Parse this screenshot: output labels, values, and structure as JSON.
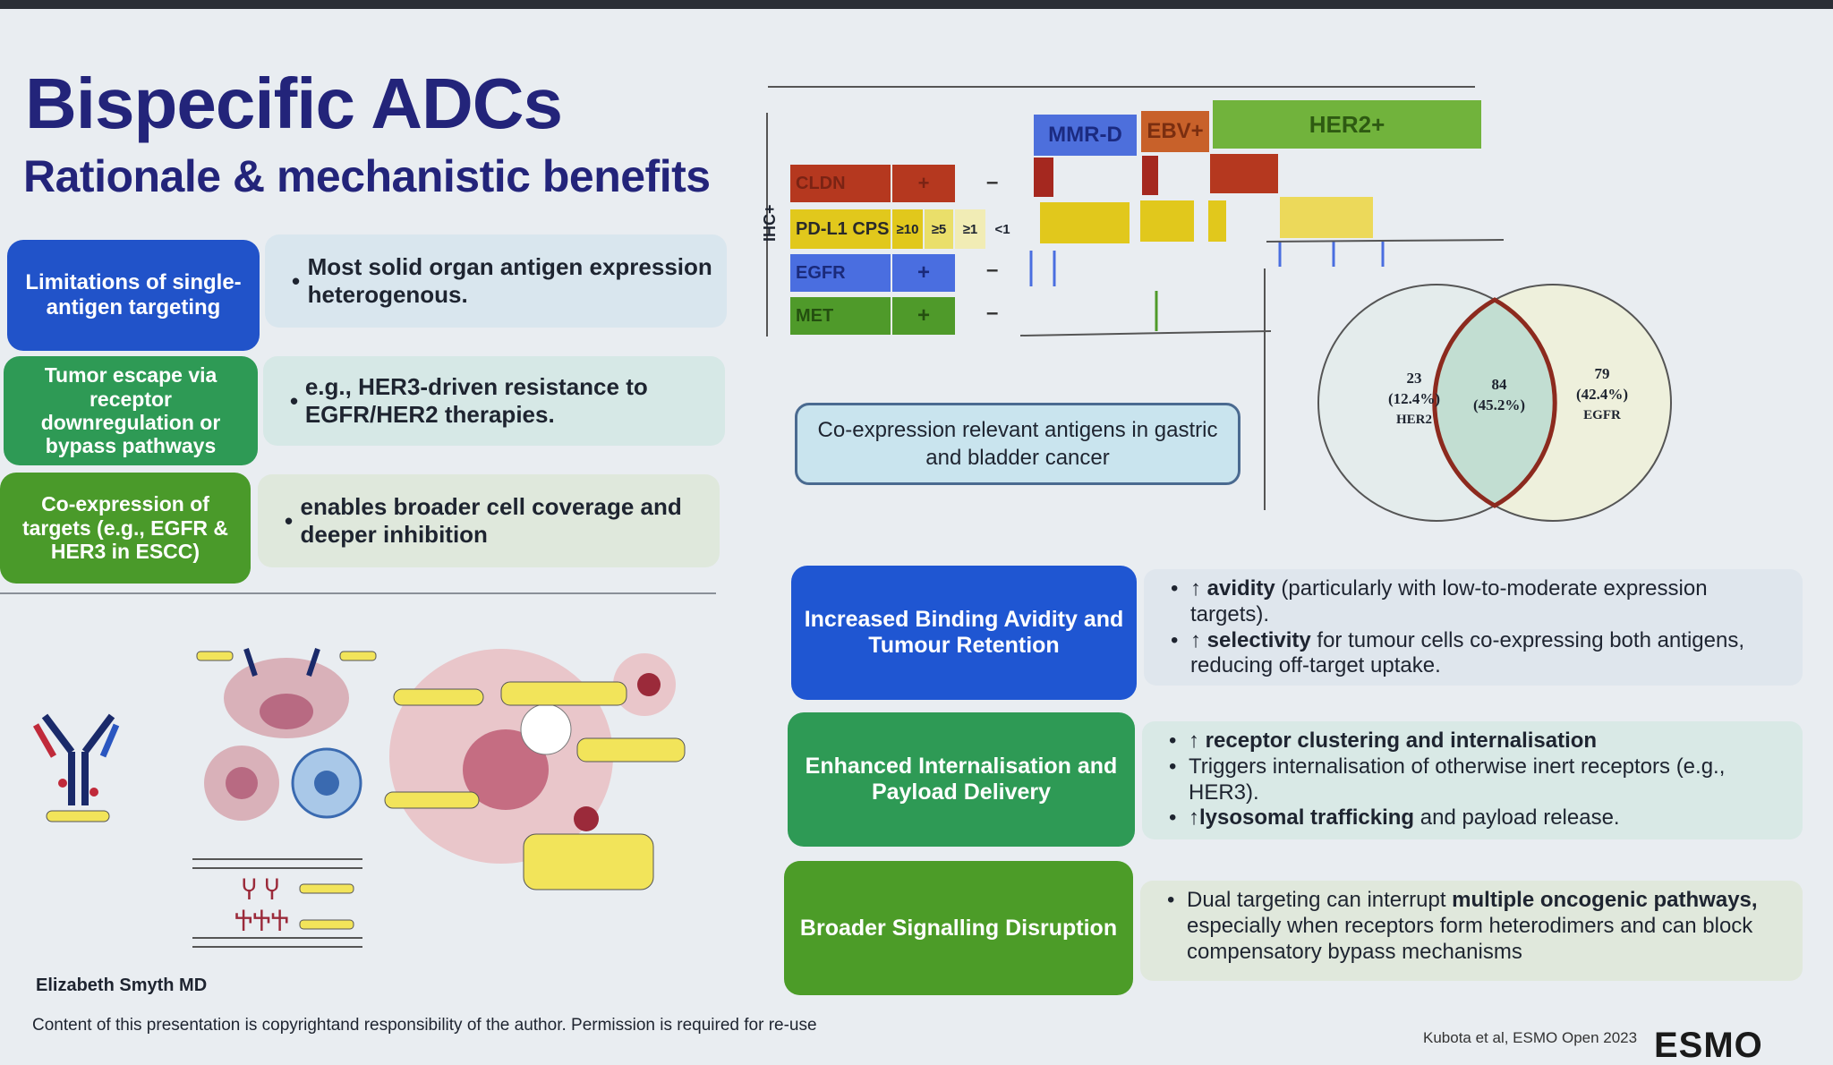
{
  "title": "Bispecific ADCs",
  "subtitle": "Rationale & mechanistic benefits",
  "left_rows": [
    {
      "label": "Limitations of single-antigen targeting",
      "text": "Most solid organ antigen expression heterogenous.",
      "color": "#2153c9"
    },
    {
      "label": "Tumor escape via receptor downregulation or bypass pathways",
      "text": "e.g., HER3-driven resistance to EGFR/HER2 therapies.",
      "color": "#2e9a55"
    },
    {
      "label": "Co-expression of targets (e.g., EGFR & HER3 in ESCC)",
      "text": "enables broader cell coverage and deeper inhibition",
      "color": "#4a9a2a"
    }
  ],
  "heatmap": {
    "side_label": "IHC+",
    "rows": [
      {
        "name": "CLDN",
        "value": "+",
        "marker": "–",
        "color": "#b5381f"
      },
      {
        "name": "PD-L1 CPS",
        "value": "",
        "marker": "",
        "color": "#e1c81c"
      },
      {
        "name": "EGFR",
        "value": "+",
        "marker": "–",
        "color": "#4a6ee0"
      },
      {
        "name": "MET",
        "value": "+",
        "marker": "–",
        "color": "#4f9a2a"
      }
    ],
    "cps_levels": [
      "≥10",
      "≥5",
      "≥1",
      "<1"
    ],
    "headers": [
      {
        "label": "MMR-D",
        "color": "#4d6fdc"
      },
      {
        "label": "EBV+",
        "color": "#c8612a"
      },
      {
        "label": "HER2+",
        "color": "#71b33c"
      }
    ]
  },
  "venn": {
    "left": {
      "count": "23",
      "pct": "(12.4%)",
      "label": "HER2"
    },
    "center": {
      "count": "84",
      "pct": "(45.2%)"
    },
    "right": {
      "count": "79",
      "pct": "(42.4%)",
      "label": "EGFR"
    }
  },
  "coexpr_caption": "Co-expression relevant antigens in gastric and bladder cancer",
  "benefits": [
    {
      "label": "Increased Binding Avidity and Tumour Retention",
      "color": "#1f56d2",
      "lines": [
        {
          "bold": "↑ avidity",
          "rest": " (particularly with low-to-moderate expression targets)."
        },
        {
          "bold": "↑ selectivity",
          "rest": " for tumour cells co-expressing both antigens, reducing off-target uptake."
        }
      ]
    },
    {
      "label": "Enhanced Internalisation and Payload Delivery",
      "color": "#2e9a55",
      "lines": [
        {
          "bold": "↑ receptor clustering and internalisation",
          "rest": ""
        },
        {
          "bold": "",
          "rest": "Triggers internalisation of otherwise inert receptors (e.g., HER3)."
        },
        {
          "bold": "↑lysosomal trafficking",
          "rest": " and payload release."
        }
      ]
    },
    {
      "label": "Broader Signalling Disruption",
      "color": "#4c9c28",
      "lines": [
        {
          "pre": "Dual targeting can interrupt ",
          "bold": "multiple oncogenic pathways,",
          "rest": " especially when receptors form heterodimers and can block compensatory bypass mechanisms"
        }
      ]
    }
  ],
  "footer_name": "Elizabeth Smyth MD",
  "footer_copy": "Content of this presentation is copyrightand responsibility of the author. Permission is required for re-use",
  "citation": "Kubota et al, ESMO Open 2023",
  "logo_text": "ESMO"
}
